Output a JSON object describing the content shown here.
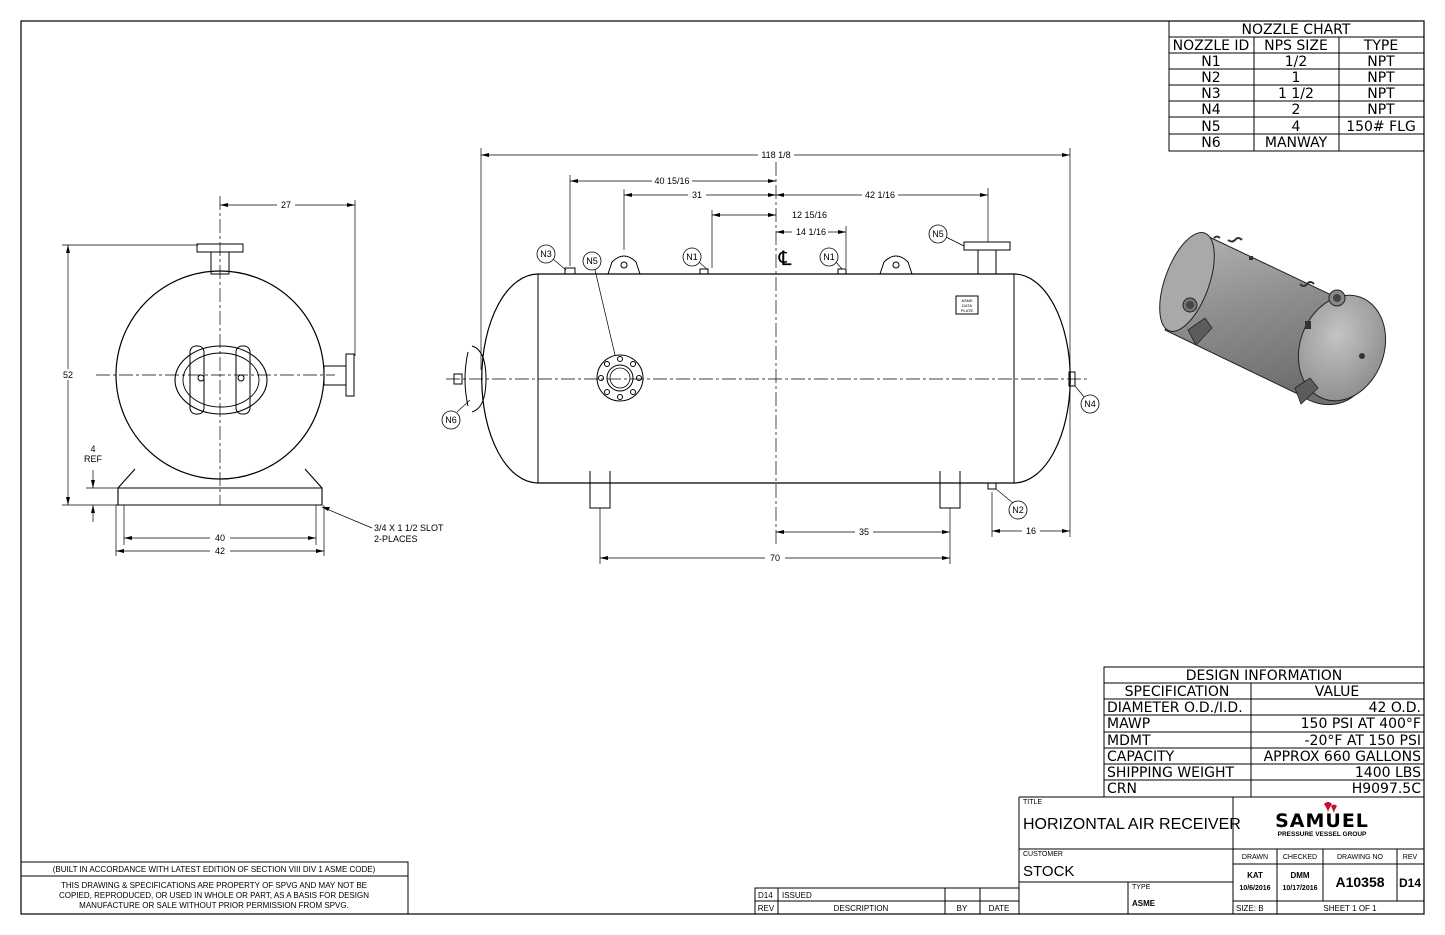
{
  "nozzle_chart": {
    "title": "NOZZLE CHART",
    "headers": [
      "NOZZLE ID",
      "NPS SIZE",
      "TYPE"
    ],
    "rows": [
      [
        "N1",
        "1/2",
        "NPT"
      ],
      [
        "N2",
        "1",
        "NPT"
      ],
      [
        "N3",
        "1 1/2",
        "NPT"
      ],
      [
        "N4",
        "2",
        "NPT"
      ],
      [
        "N5",
        "4",
        "150# FLG"
      ],
      [
        "N6",
        "MANWAY",
        ""
      ]
    ]
  },
  "design_info": {
    "title": "DESIGN INFORMATION",
    "headers": [
      "SPECIFICATION",
      "VALUE"
    ],
    "rows": [
      [
        "DIAMETER O.D./I.D.",
        "42 O.D."
      ],
      [
        "MAWP",
        "150 PSI AT 400°F"
      ],
      [
        "MDMT",
        "-20°F AT 150 PSI"
      ],
      [
        "CAPACITY",
        "APPROX 660 GALLONS"
      ],
      [
        "SHIPPING WEIGHT",
        "1400 LBS"
      ],
      [
        "CRN",
        "H9097.5C"
      ]
    ]
  },
  "title_block": {
    "title_label": "TITLE",
    "title": "HORIZONTAL AIR RECEIVER",
    "customer_label": "CUSTOMER",
    "customer": "STOCK",
    "type_label": "TYPE",
    "type": "ASME",
    "drawn_label": "DRAWN",
    "drawn_by": "KAT",
    "drawn_date": "10/6/2016",
    "checked_label": "CHECKED",
    "checked_by": "DMM",
    "checked_date": "10/17/2016",
    "drawing_no_label": "DRAWING NO",
    "drawing_no": "A10358",
    "rev_label": "REV",
    "rev": "D14",
    "size": "SIZE: B",
    "sheet": "SHEET 1  OF 1",
    "logo_text": "SAMUEL",
    "logo_sub": "PRESSURE VESSEL GROUP"
  },
  "revision_block": {
    "rev": "D14",
    "description": "ISSUED",
    "headers": [
      "REV",
      "DESCRIPTION",
      "BY",
      "DATE"
    ]
  },
  "notes": {
    "code_note": "(BUILT IN ACCORDANCE WITH LATEST EDITION OF SECTION VIII DIV 1 ASME CODE)",
    "property_lines": [
      "THIS DRAWING & SPECIFICATIONS ARE PROPERTY OF SPVG AND MAY NOT BE",
      "COPIED, REPRODUCED, OR USED IN WHOLE OR PART, AS A BASIS FOR DESIGN",
      "MANUFACTURE OR SALE WITHOUT PRIOR PERMISSION FROM SPVG."
    ]
  },
  "end_view": {
    "dims": {
      "width_27": "27",
      "height_52": "52",
      "ref_4": "4",
      "ref_label": "REF",
      "base_40": "40",
      "base_42": "42"
    },
    "slot_note": [
      "3/4 X 1 1/2 SLOT",
      "2-PLACES"
    ]
  },
  "side_view": {
    "dims": {
      "overall": "118 1/8",
      "d_40_15_16": "40 15/16",
      "d_31": "31",
      "d_42_1_16": "42 1/16",
      "d_12_15_16": "12 15/16",
      "d_14_1_16": "14 1/16",
      "d_35": "35",
      "d_70": "70",
      "d_16": "16"
    },
    "centerline": "℄",
    "nameplate": [
      "ASME",
      "DATA",
      "PLATE"
    ],
    "callouts": {
      "n3": "N3",
      "n5_left": "N5",
      "n1_left": "N1",
      "n1_right": "N1",
      "n5_right": "N5",
      "n6": "N6",
      "n4": "N4",
      "n2": "N2"
    }
  },
  "colors": {
    "line": "#000000",
    "background": "#ffffff",
    "shade": "#8e8e8e",
    "logo_red": "#c8102e"
  }
}
